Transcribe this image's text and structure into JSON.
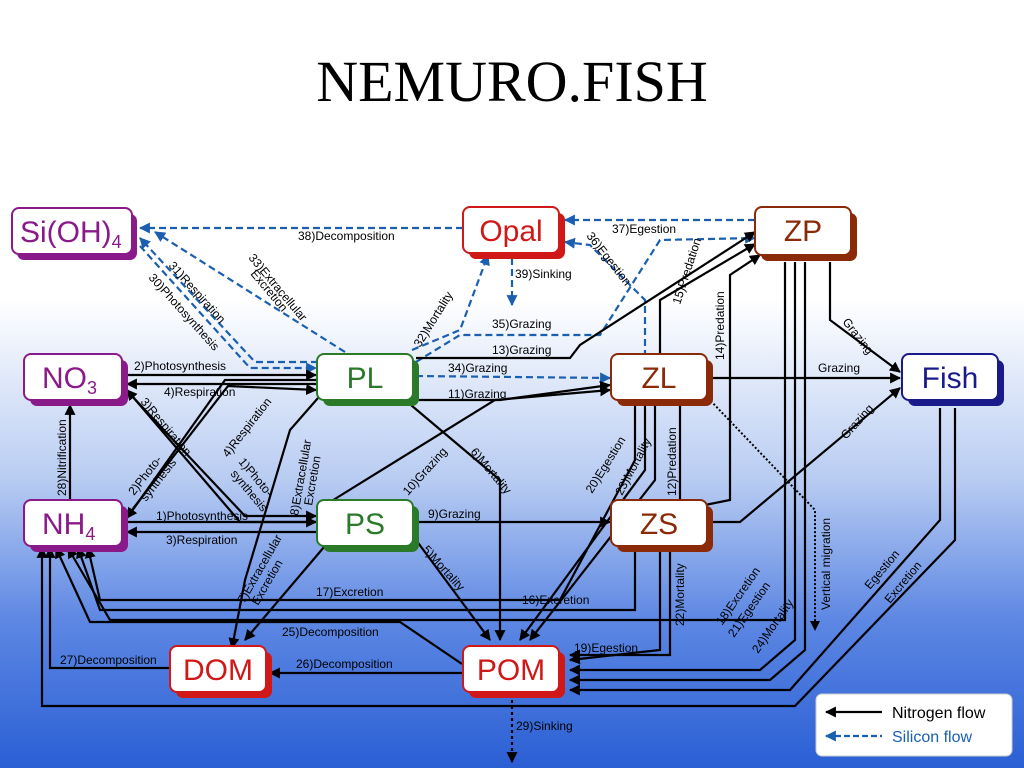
{
  "title": "NEMURO.FISH",
  "colors": {
    "purple": "#8a1a8a",
    "red": "#d01818",
    "green": "#2a7a2a",
    "brown": "#8a2a08",
    "navy": "#1a1a8a",
    "nitrogen": "#000000",
    "silicon": "#1a5fb0"
  },
  "nodes": {
    "sioh4": {
      "label": "Si(OH)",
      "sub": "4"
    },
    "opal": {
      "label": "Opal"
    },
    "zp": {
      "label": "ZP"
    },
    "no3": {
      "label": "NO",
      "sub": "3"
    },
    "pl": {
      "label": "PL"
    },
    "zl": {
      "label": "ZL"
    },
    "fish": {
      "label": "Fish"
    },
    "nh4": {
      "label": "NH",
      "sub": "4"
    },
    "ps": {
      "label": "PS"
    },
    "zs": {
      "label": "ZS"
    },
    "dom": {
      "label": "DOM"
    },
    "pom": {
      "label": "POM"
    }
  },
  "flows": {
    "f38": "38)Decomposition",
    "f37": "37)Egestion",
    "f36": "36)Egestion",
    "f39": "39)Sinking",
    "f31": "31)Respiration",
    "f30": "30)Photosynthesis",
    "f33a": "33)Extracellular",
    "f33b": "Excretion",
    "f32": "32)Mortality",
    "f35": "35)Grazing",
    "f13": "13)Grazing",
    "f15": "15)Predation",
    "f14": "14)Predation",
    "f2": "2)Photosynthesis",
    "f4": "4)Respiration",
    "f34": "34)Grazing",
    "f11": "11)Grazing",
    "grazing_zl_fish": "Grazing",
    "grazing_zp_fish": "Grazing",
    "grazing_zs_fish": "Grazing",
    "f3": "3)Respiration",
    "f4b": "4)Respiration",
    "f28": "28)Nitrification",
    "f2b_a": "2)Photo-",
    "f2b_b": "synthesis",
    "f1b_a": "1)Photo-",
    "f1b_b": "synthesis",
    "f8a": "8)Extracellular",
    "f8b": "Excretion",
    "f10": "10)Grazing",
    "f6": "6)Mortality",
    "f20": "20)Egestion",
    "f23": "23)Mortality",
    "f12": "12)Predation",
    "vertical_migration": "Vertical migration",
    "f1": "1)Photosynthesis",
    "f3b": "3)Respiration",
    "f9": "9)Grazing",
    "f7a": "7)Extracellular",
    "f7b": "Excretion",
    "f5": "5)Mortality",
    "f17": "17)Excretion",
    "f16": "16)Excretion",
    "f22": "22)Mortality",
    "f18": "18)Excretion",
    "f21": "21)Egestion",
    "f24": "24)Mortality",
    "egestion_fish": "Egestion",
    "excretion_fish": "Excretion",
    "f25": "25)Decomposition",
    "f19": "19)Egestion",
    "f27": "27)Decomposition",
    "f26": "26)Decomposition",
    "f29": "29)Sinking"
  },
  "legend": {
    "nitrogen": "Nitrogen flow",
    "silicon": "Silicon flow"
  }
}
